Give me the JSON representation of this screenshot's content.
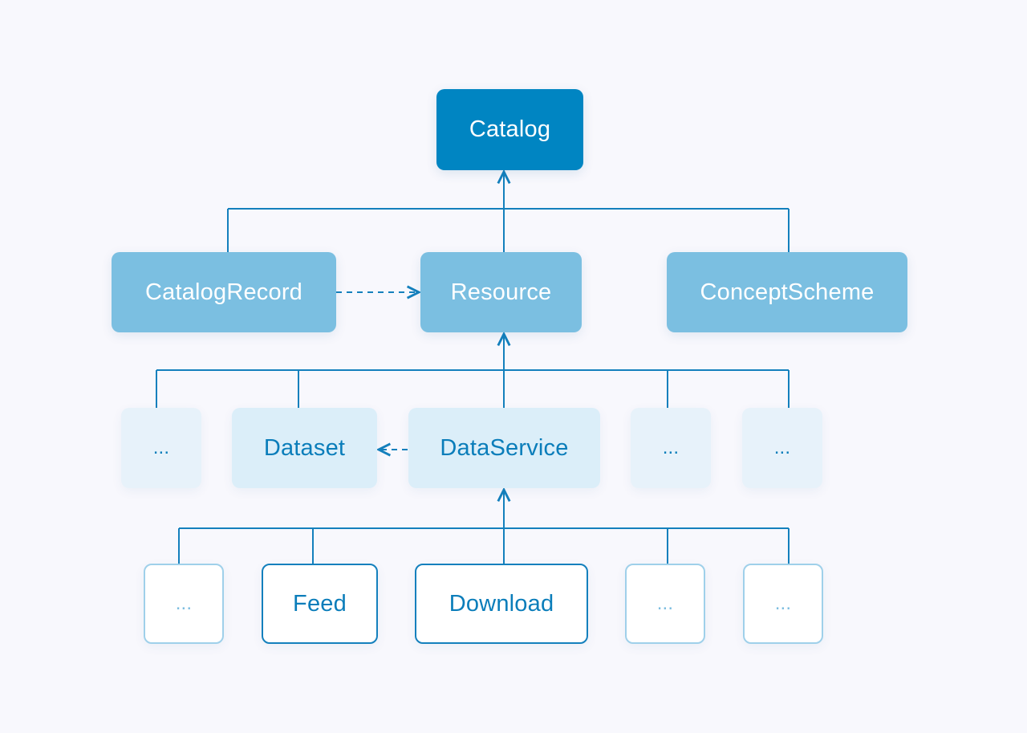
{
  "diagram": {
    "root": {
      "label": "Catalog"
    },
    "level1": [
      {
        "label": "CatalogRecord"
      },
      {
        "label": "Resource"
      },
      {
        "label": "ConceptScheme"
      }
    ],
    "level2": [
      {
        "label": "..."
      },
      {
        "label": "Dataset"
      },
      {
        "label": "DataService"
      },
      {
        "label": "..."
      },
      {
        "label": "..."
      }
    ],
    "level3": [
      {
        "label": "..."
      },
      {
        "label": "Feed"
      },
      {
        "label": "Download"
      },
      {
        "label": "..."
      },
      {
        "label": "..."
      }
    ]
  },
  "colors": {
    "background": "#f8f8fd",
    "catalog": "#0085c2",
    "level1": "#7bbfe1",
    "level2": "#dbeef9",
    "line": "#1480bd"
  }
}
